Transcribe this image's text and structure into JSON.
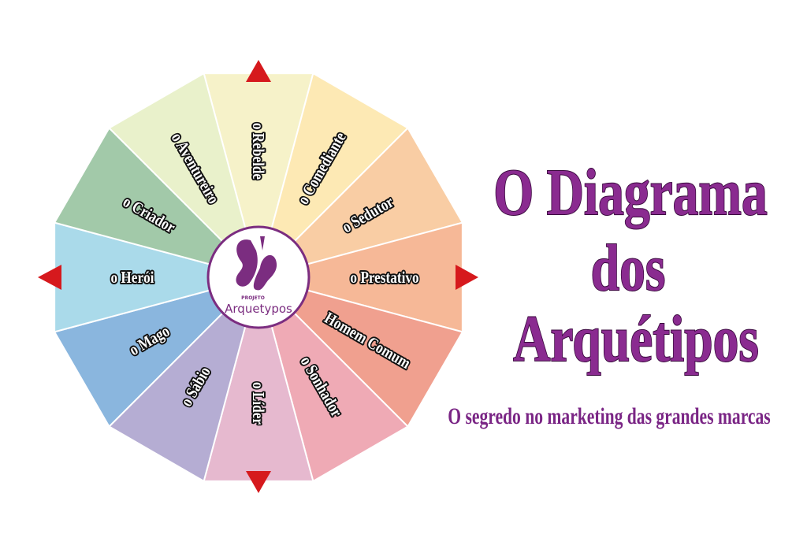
{
  "title_lines": [
    "O Diagrama",
    "dos",
    "Arquétipos"
  ],
  "subtitle": "O segredo no marketing das grandes marcas",
  "logo": {
    "small": "PROJETO",
    "name": "Arquetypos"
  },
  "colors": {
    "title": "#8a2b90",
    "logo": "#7b2d80",
    "arrow": "#d6191d"
  },
  "wheel": {
    "segments": [
      {
        "label": "o Rebelde",
        "color": "#f6f2c9"
      },
      {
        "label": "o Comediante",
        "color": "#fde9b4"
      },
      {
        "label": "o Sedutor",
        "color": "#f9cda4"
      },
      {
        "label": "o Prestativo",
        "color": "#f6b897"
      },
      {
        "label": "Homem Comum",
        "color": "#f0a08f"
      },
      {
        "label": "o Sonhador",
        "color": "#efaab5"
      },
      {
        "label": "o Líder",
        "color": "#e6b9cf"
      },
      {
        "label": "o Sábio",
        "color": "#b5add3"
      },
      {
        "label": "o Mago",
        "color": "#8ab6de"
      },
      {
        "label": "o Herói",
        "color": "#aadaea"
      },
      {
        "label": "o Criador",
        "color": "#a2c9a9"
      },
      {
        "label": "o Aventureiro",
        "color": "#e9f1cb"
      }
    ]
  }
}
